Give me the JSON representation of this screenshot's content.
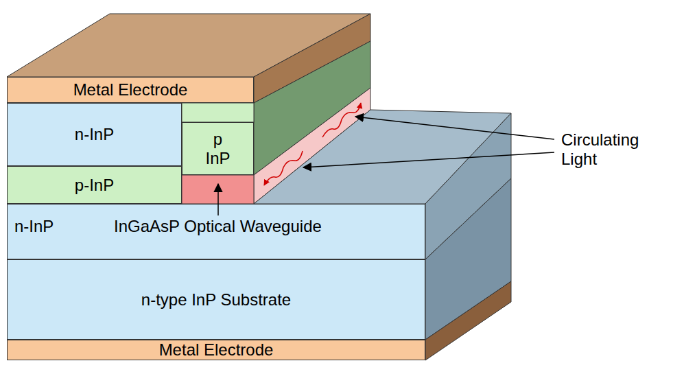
{
  "diagram": {
    "nodes": [
      {
        "text": [
          "Metal Electrode"
        ]
      },
      {
        "text": [
          "n-InP"
        ]
      },
      {
        "text": [
          "p InP"
        ]
      },
      {
        "text": [
          "p-InP"
        ]
      },
      {
        "text": [
          "n-InP"
        ]
      },
      {
        "text": [
          "n-type InP Substrate"
        ]
      },
      {
        "text": [
          "Metal Electrode"
        ]
      }
    ],
    "labels": [
      "InGaAsP Optical Waveguide",
      "Circulating Light"
    ]
  }
}
